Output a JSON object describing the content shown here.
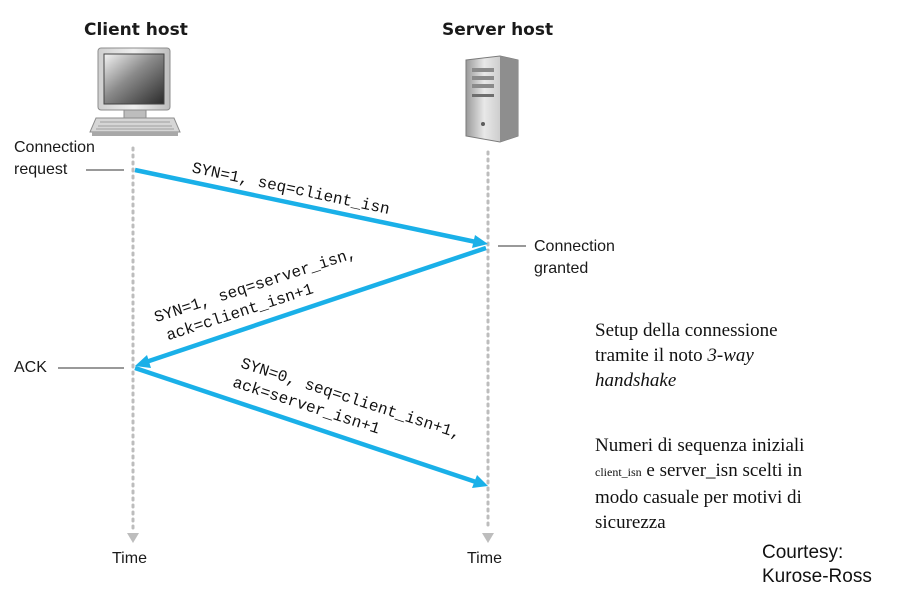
{
  "hosts": {
    "client": "Client host",
    "server": "Server host"
  },
  "time_label": "Time",
  "events": {
    "connection_request_line1": "Connection",
    "connection_request_line2": "request",
    "connection_granted_line1": "Connection",
    "connection_granted_line2": "granted",
    "ack": "ACK"
  },
  "messages": {
    "syn": "SYN=1, seq=client_isn",
    "synack_line1": "SYN=1, seq=server_isn,",
    "synack_line2": "ack=client_isn+1",
    "ack_line1": "SYN=0, seq=client_isn+1,",
    "ack_line2": "ack=server_isn+1"
  },
  "notes": {
    "setup_line1": "Setup della connessione",
    "setup_line2": "tramite il noto ",
    "setup_italic1": "3-way",
    "setup_italic2": "handshake",
    "isn_line1": "Numeri di sequenza iniziali",
    "isn_small": "client_isn",
    "isn_line2_rest": " e server_isn scelti in",
    "isn_line3": "modo casuale per motivi di",
    "isn_line4": "sicurezza"
  },
  "credit": {
    "line1": "Courtesy:",
    "line2": "Kurose-Ross"
  },
  "colors": {
    "arrow": "#1ab0e8",
    "timeline": "#bdbdbd"
  },
  "icons": {
    "client": "desktop-computer-icon",
    "server": "server-tower-icon"
  }
}
